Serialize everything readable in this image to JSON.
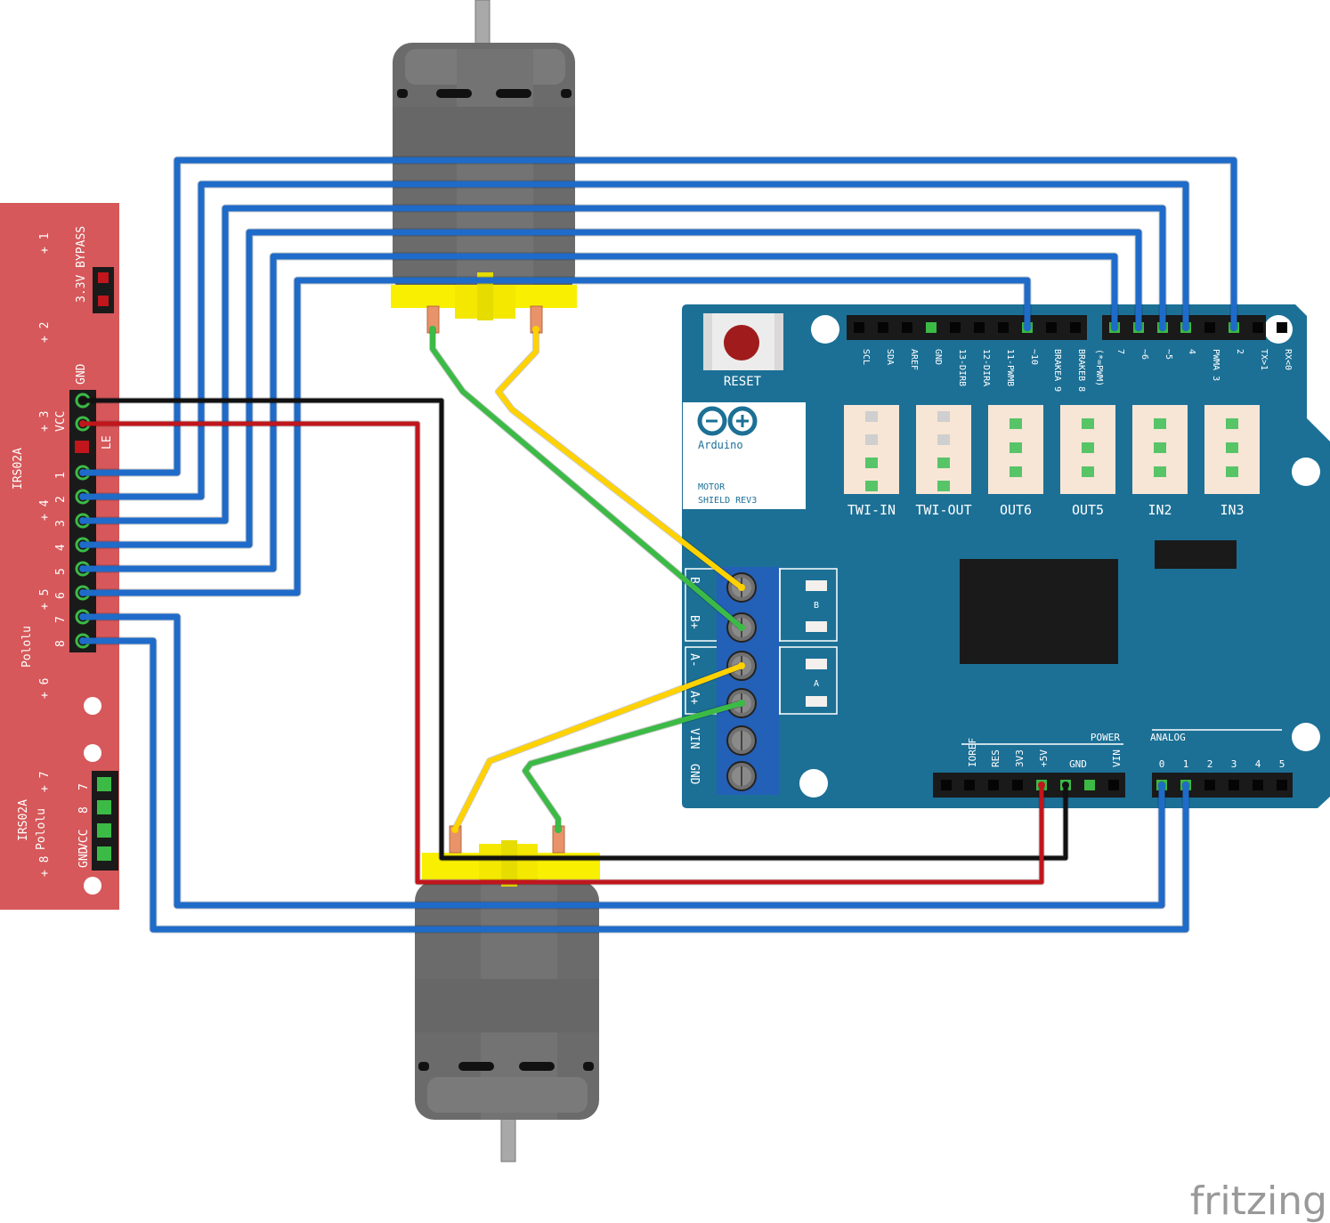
{
  "colors": {
    "wire_blue": "#1f6bc9",
    "wire_blue_light": "#4a98e8",
    "wire_red": "#c0161c",
    "wire_black": "#111111",
    "wire_yellow": "#ffd200",
    "wire_green": "#3cba46",
    "shield_blue": "#1c7096",
    "sensor_red": "#d6585a",
    "motor_gray": "#6b6b6b",
    "motor_yellow": "#f8f000"
  },
  "sensor": {
    "labels": {
      "bypass": "3.3V BYPASS",
      "gnd": "GND",
      "vcc": "VCC",
      "led": "LE",
      "brand": "IRS02A",
      "pololu": "Pololu",
      "vcc_bottom": "VCC",
      "gnd_bottom": "GND",
      "brand_bottom": "IRS02A",
      "pololu_bottom": "Pololu"
    },
    "channel_numbers": [
      "1",
      "2",
      "3",
      "4",
      "5",
      "6",
      "7",
      "8"
    ],
    "plus_labels": [
      "+ 1",
      "+ 2",
      "+ 3",
      "+ 4",
      "+ 5",
      "+ 6",
      "+ 7",
      "+ 8"
    ],
    "bottom_channels": [
      "7",
      "8"
    ]
  },
  "shield": {
    "reset_label": "RESET",
    "brand": "Arduino",
    "name_line1": "MOTOR",
    "name_line2": "SHIELD REV3",
    "top_header_labels": [
      "SCL",
      "SDA",
      "AREF",
      "GND",
      "13-DIRB",
      "12-DIRA",
      "11-PWMB",
      "~10",
      "BRAKEA 9",
      "BRAKEB 8",
      "(*=PWM)",
      "7",
      "~6",
      "~5",
      "4",
      "PWMA 3",
      "2",
      "TX>1",
      "RX<0"
    ],
    "connectors": [
      "TWI-IN",
      "TWI-OUT",
      "OUT6",
      "OUT5",
      "IN2",
      "IN3"
    ],
    "terminal_labels": [
      "B-",
      "B+",
      "A-",
      "A+",
      "VIN",
      "GND"
    ],
    "channel_b": "B",
    "channel_a": "A",
    "power_title": "POWER",
    "power_pins": [
      "IOREF",
      "RES",
      "3V3",
      "+5V",
      "GND",
      "VIN"
    ],
    "analog_title": "ANALOG",
    "analog_pins": [
      "0",
      "1",
      "2",
      "3",
      "4",
      "5"
    ]
  },
  "watermark": "fritzing"
}
